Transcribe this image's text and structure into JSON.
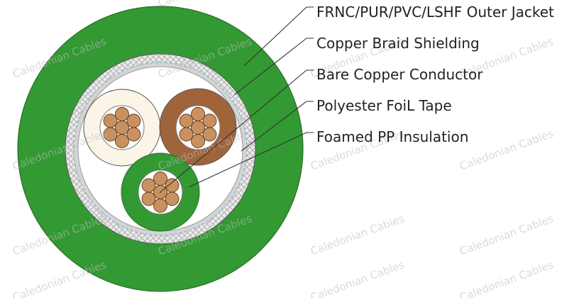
{
  "labels": [
    "FRNC/PUR/PVC/LSHF Outer Jacket",
    "Copper Braid Shielding",
    "Bare Copper Conductor",
    "Polyester FoiL Tape",
    "Foamed PP Insulation"
  ],
  "watermark": "Caledonian Cables",
  "colors": {
    "jacket": "#339933",
    "braid": "#d8d8d8",
    "foil": "#9ec9d8",
    "copper": "#c9915f",
    "insulation_white": "#fbf5e8",
    "insulation_brown": "#a0643a",
    "insulation_green": "#339933",
    "leader": "#333333"
  }
}
